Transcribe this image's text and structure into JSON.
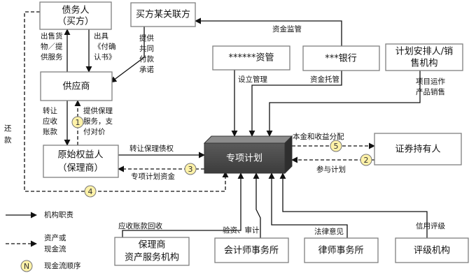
{
  "nodes": {
    "debtor_line1": "债务人",
    "debtor_line2": "（买方）",
    "buyer_affiliate": "买方某关联方",
    "asset_manager": "******资管",
    "bank": "***银行",
    "planner_line1": "计划安排人/销",
    "planner_line2": "售机构",
    "supplier": "供应商",
    "originator_line1": "原始权益人",
    "originator_line2": "（保理商）",
    "special_plan": "专项计划",
    "holders": "证券持有人",
    "servicer_line1": "保理商",
    "servicer_line2": "资产服务机构",
    "accounting": "会计师事务所",
    "law": "律师事务所",
    "rating": "评级机构"
  },
  "labels": {
    "sell_goods": [
      "出售货",
      "物／提",
      "供服务"
    ],
    "issue_confirm": [
      "出具",
      "《付确",
      "认书》"
    ],
    "provide_joint": [
      "提供",
      "共同",
      "付款",
      "承诺"
    ],
    "fund_supervision": "资金监管",
    "setup_manage": "设立管理",
    "fund_custody": "资金托管",
    "project_ops": [
      "项目运作",
      "产品销售"
    ],
    "transfer_receivable": [
      "转让",
      "应收",
      "账款"
    ],
    "provide_factoring": [
      "提供保理",
      "服务，支",
      "付对价"
    ],
    "repay": [
      "还",
      "款"
    ],
    "transfer_factoring_debt": "转让保理债权",
    "plan_funds": "专项计划资金",
    "principal_income": "本金和收益分配",
    "participate": "参与计划",
    "receivable_collection": "应收账款回收",
    "verify_audit": "验资、审计",
    "legal_opinion": "法律意见",
    "credit_rating": "信用评级"
  },
  "legend": {
    "duty": "机构职责",
    "asset_flow_line1": "资产或",
    "asset_flow_line2": "现金流",
    "cash_order_symbol": "N",
    "cash_order": "现金流顺序"
  },
  "steps": [
    "1",
    "2",
    "3",
    "4",
    "5"
  ],
  "colors": {
    "special_plan_fill": "#4a4a4a",
    "step_fill": "#fff2a8",
    "box_border": "#7f7f7f"
  }
}
